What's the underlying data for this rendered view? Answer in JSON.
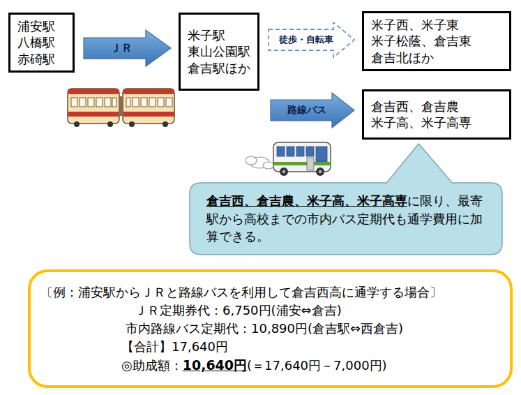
{
  "diagram": {
    "nodes": [
      {
        "text": [
          "浦安駅 八橋駅 赤碕駅"
        ]
      },
      {
        "text": [
          "米子駅 東山公園駅 倉吉駅ほか"
        ]
      },
      {
        "text": [
          "米子西、米子東 米子松蔭、倉吉東 倉吉北ほか"
        ]
      },
      {
        "text": [
          "倉吉西、倉吉農 米子高、米子高専"
        ]
      },
      {
        "text": [
          "倉吉西、倉吉農、米子高、米子高専",
          "に限り、最寄駅から高校までの市内バス定期代も通学費用に加算できる。"
        ]
      },
      {
        "text": [
          "〔例：浦安駅からＪＲと路線バスを利用して倉吉西高に通学する場合〕",
          "ＪＲ定期券代：6,750円(浦安⇔倉吉)",
          "市内路線バス定期代：10,890円(倉吉駅⇔西倉吉)",
          "【合計】17,640円",
          "◎助成額：",
          "10,640円",
          "(＝17,640円－7,000円)"
        ]
      }
    ],
    "edges": [
      {
        "from": 0,
        "to": 1,
        "label": "ＪＲ",
        "arrow": "to"
      },
      {
        "from": 1,
        "to": 2,
        "label": "徒歩・自転車",
        "arrow": "to"
      },
      {
        "from": 1,
        "to": 3,
        "label": "路線バス",
        "arrow": "to"
      }
    ]
  }
}
